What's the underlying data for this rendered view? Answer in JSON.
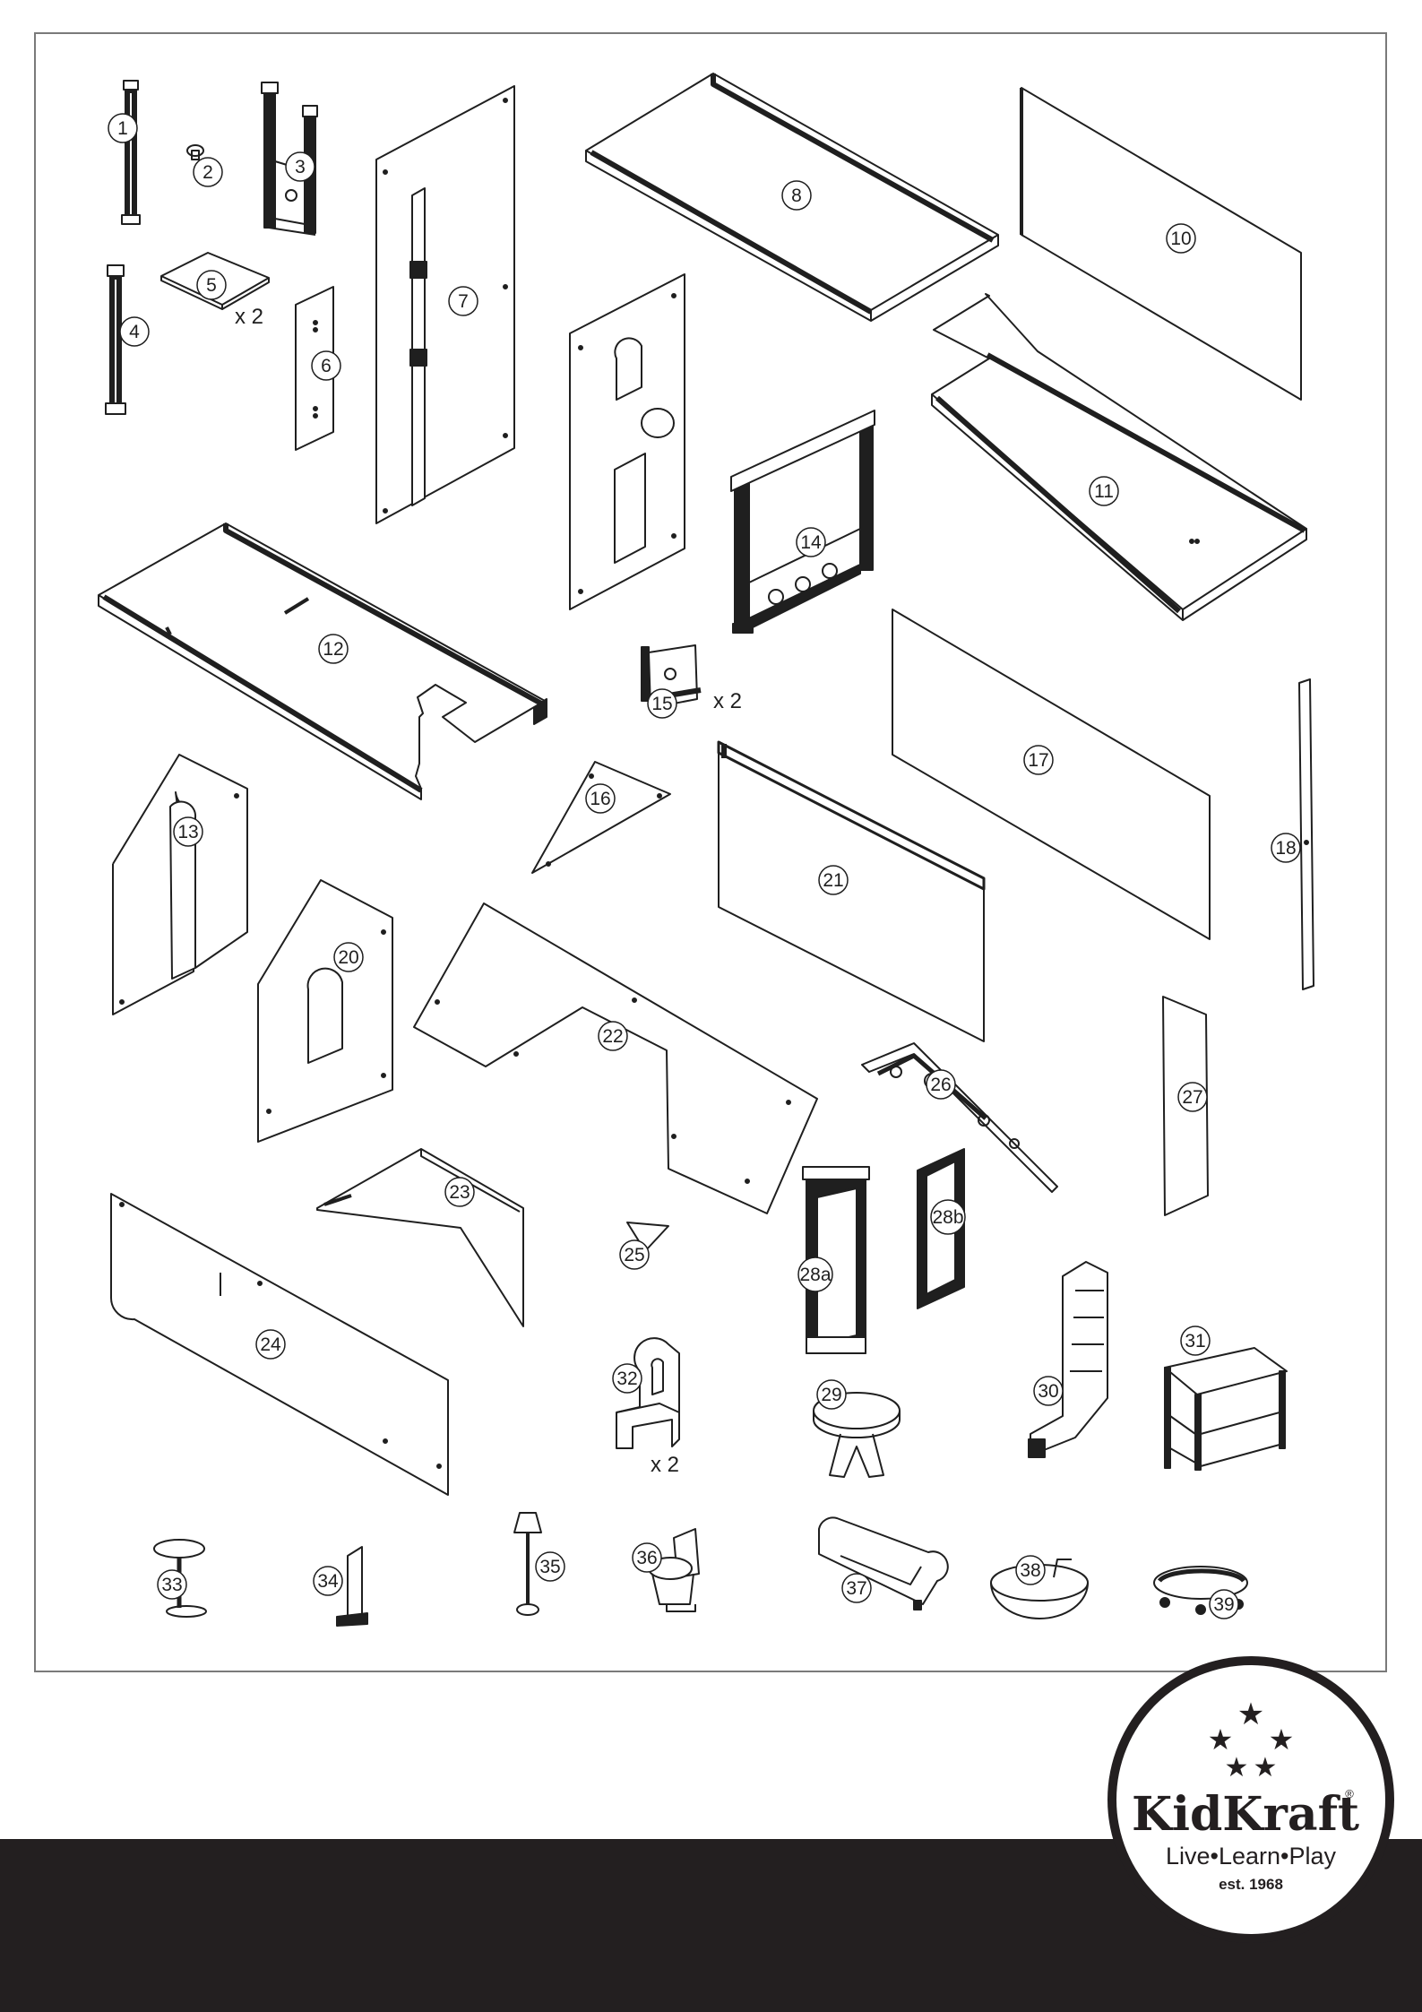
{
  "parts": [
    {
      "id": "p1",
      "label": "1"
    },
    {
      "id": "p2",
      "label": "2"
    },
    {
      "id": "p3",
      "label": "3"
    },
    {
      "id": "p4",
      "label": "4"
    },
    {
      "id": "p5",
      "label": "5"
    },
    {
      "id": "p6",
      "label": "6"
    },
    {
      "id": "p7",
      "label": "7"
    },
    {
      "id": "p8",
      "label": "8"
    },
    {
      "id": "p10",
      "label": "10"
    },
    {
      "id": "p11",
      "label": "11"
    },
    {
      "id": "p12",
      "label": "12"
    },
    {
      "id": "p13",
      "label": "13"
    },
    {
      "id": "p14",
      "label": "14"
    },
    {
      "id": "p15",
      "label": "15"
    },
    {
      "id": "p16",
      "label": "16"
    },
    {
      "id": "p17",
      "label": "17"
    },
    {
      "id": "p18",
      "label": "18"
    },
    {
      "id": "p20",
      "label": "20"
    },
    {
      "id": "p21",
      "label": "21"
    },
    {
      "id": "p22",
      "label": "22"
    },
    {
      "id": "p23",
      "label": "23"
    },
    {
      "id": "p24",
      "label": "24"
    },
    {
      "id": "p25",
      "label": "25"
    },
    {
      "id": "p26",
      "label": "26"
    },
    {
      "id": "p27",
      "label": "27"
    },
    {
      "id": "p28a",
      "label": "28a"
    },
    {
      "id": "p28b",
      "label": "28b"
    },
    {
      "id": "p29",
      "label": "29"
    },
    {
      "id": "p30",
      "label": "30"
    },
    {
      "id": "p31",
      "label": "31"
    },
    {
      "id": "p32",
      "label": "32"
    },
    {
      "id": "p33",
      "label": "33"
    },
    {
      "id": "p34",
      "label": "34"
    },
    {
      "id": "p35",
      "label": "35"
    },
    {
      "id": "p36",
      "label": "36"
    },
    {
      "id": "p37",
      "label": "37"
    },
    {
      "id": "p38",
      "label": "38"
    },
    {
      "id": "p39",
      "label": "39"
    }
  ],
  "quantities": {
    "q5": "x 2",
    "q15": "x 2",
    "q32": "x 2"
  },
  "brand": {
    "name": "KidKraft",
    "registered": "®",
    "tagline": "Live•Learn•Play",
    "established": "est. 1968"
  },
  "colors": {
    "line": "#1f1f1f",
    "band": "#231f20",
    "frame": "#7a7a7a"
  }
}
